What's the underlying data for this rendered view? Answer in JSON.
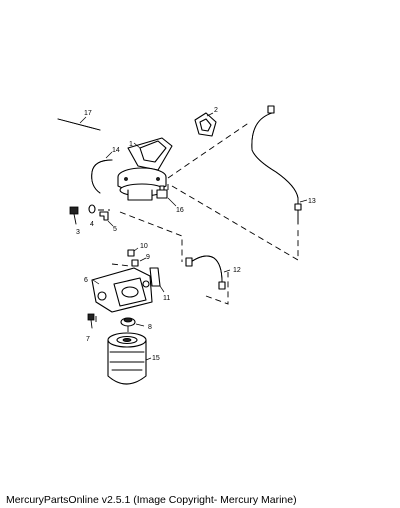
{
  "callouts": {
    "c1": "1",
    "c2": "2",
    "c3": "3",
    "c4": "4",
    "c5": "5",
    "c6": "6",
    "c7": "7",
    "c8": "8",
    "c9": "9",
    "c10": "10",
    "c11": "11",
    "c12": "12",
    "c13": "13",
    "c14": "14",
    "c15": "15",
    "c16": "16",
    "c17": "17"
  },
  "footer": "MercuryPartsOnline v2.5.1 (Image Copyright- Mercury Marine)"
}
